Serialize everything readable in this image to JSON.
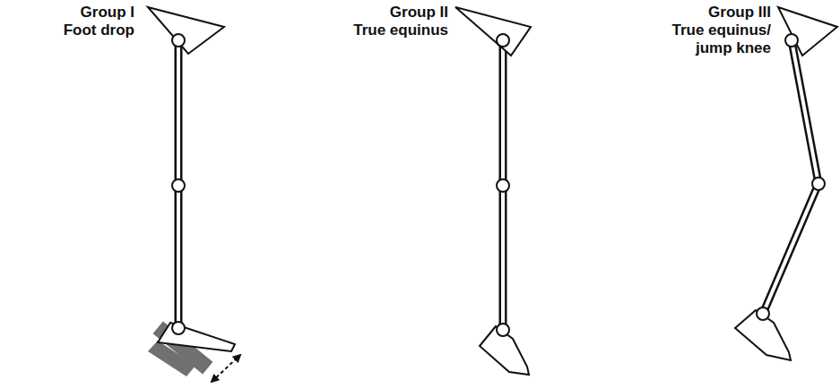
{
  "diagram": {
    "labels": [
      "Group I",
      "Foot drop",
      "Group II",
      "True equinus",
      "Group III",
      "True equinus/ jump knee"
    ]
  }
}
